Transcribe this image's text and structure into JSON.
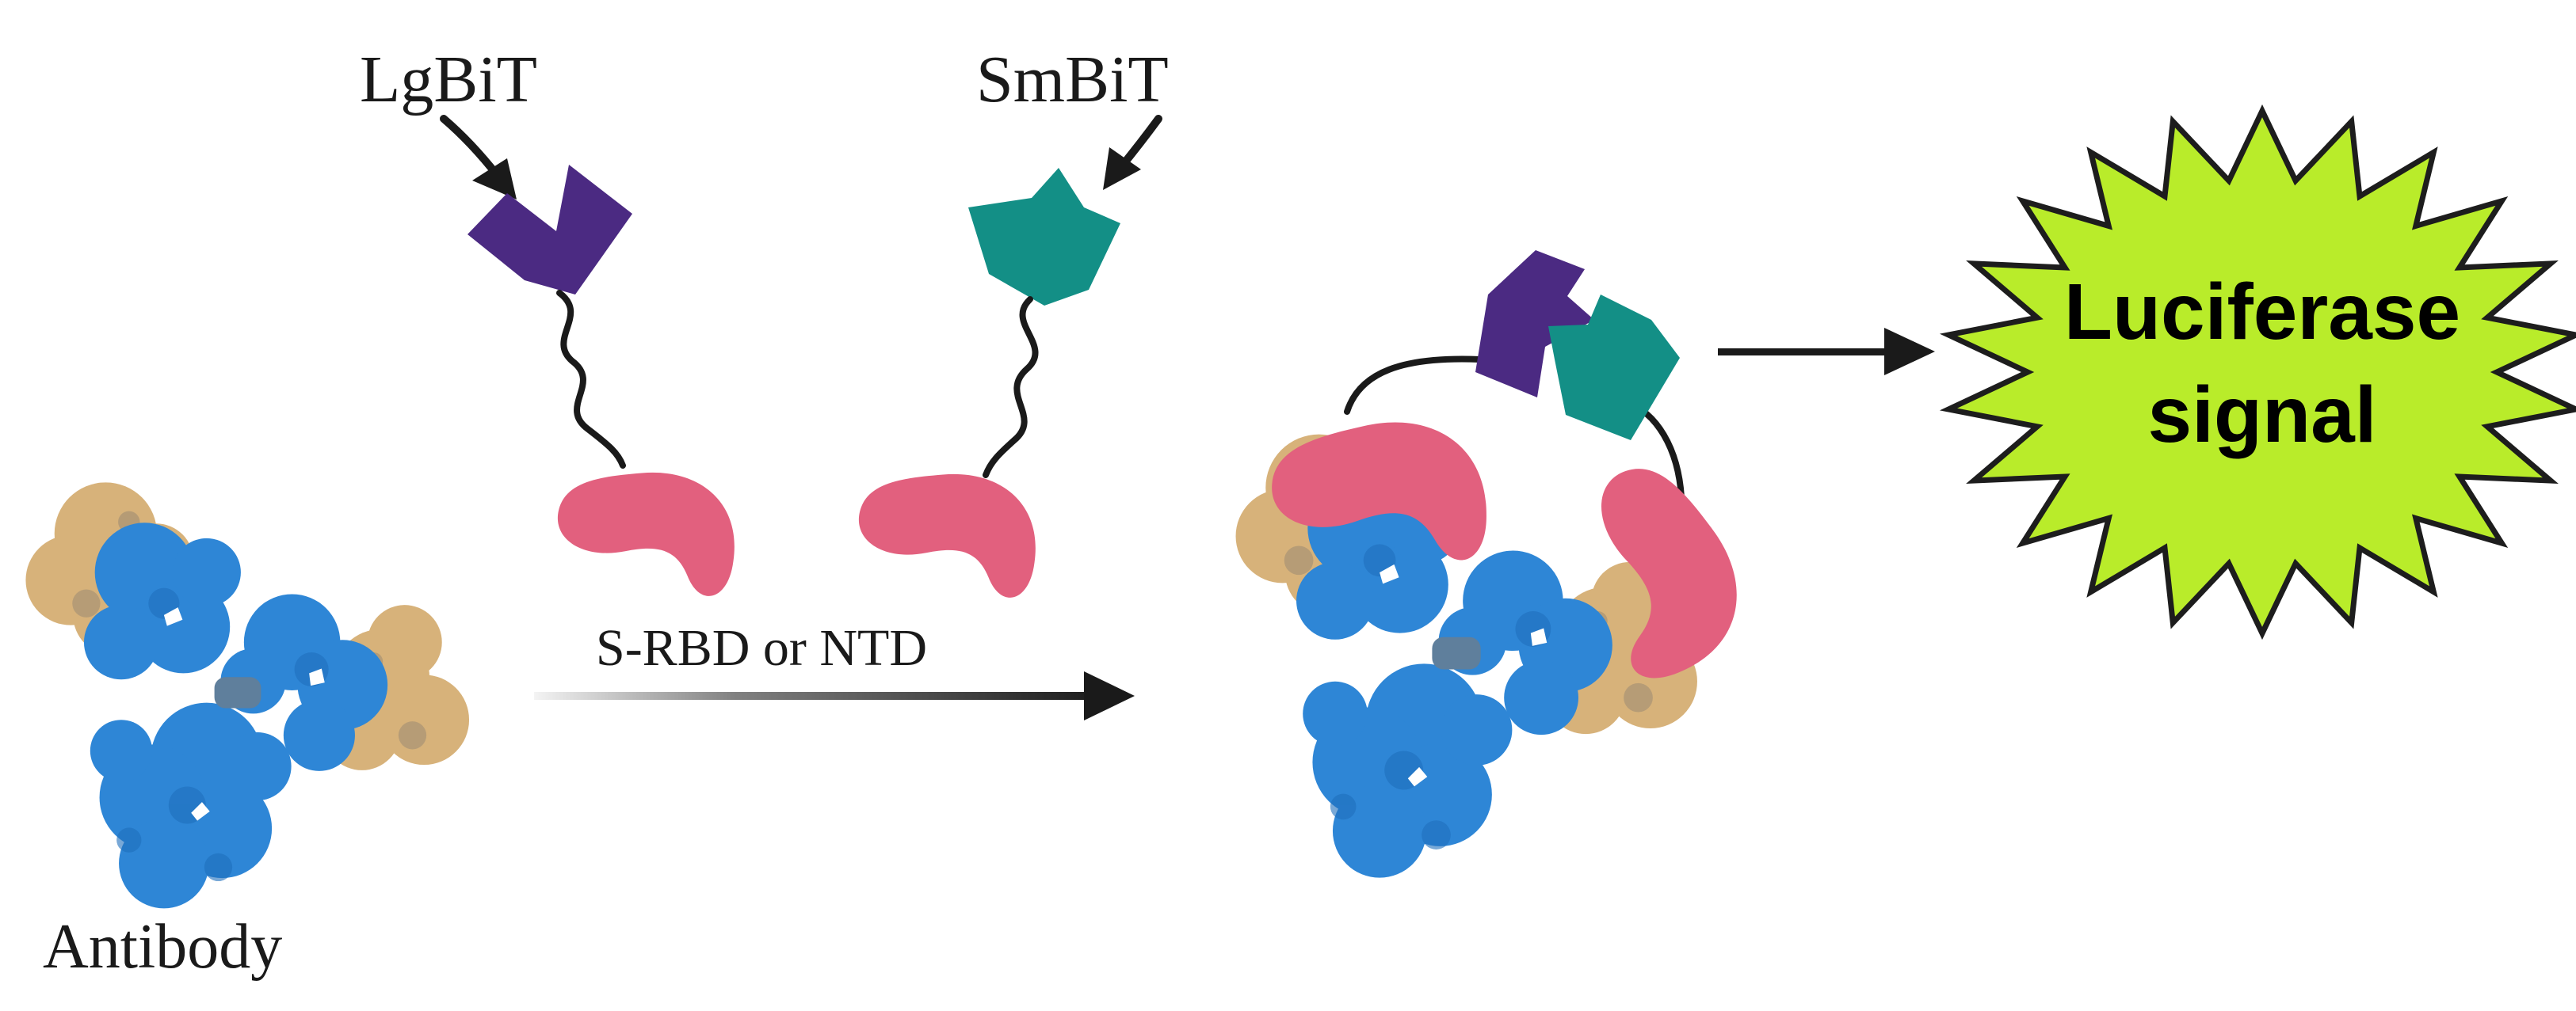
{
  "labels": {
    "lgbit": "LgBiT",
    "smbit": "SmBiT",
    "antigen": "S-RBD or NTD",
    "antibody": "Antibody",
    "signal_line1": "Luciferase",
    "signal_line2": "signal"
  },
  "colors": {
    "lgbit": "#4b2a82",
    "smbit": "#138f86",
    "antigen": "#e2607e",
    "antibody_heavy": "#2e86d6",
    "antibody_light": "#d7b27a",
    "burst_fill": "#b9ec2a",
    "burst_stroke": "#1d1d1d",
    "arrow": "#1a1a1a"
  },
  "icons": {
    "lgbit": "lgbit-fragment-icon",
    "smbit": "smbit-fragment-icon",
    "antigen": "antigen-bean-icon",
    "antibody": "antibody-y-icon",
    "signal": "starburst-icon"
  }
}
